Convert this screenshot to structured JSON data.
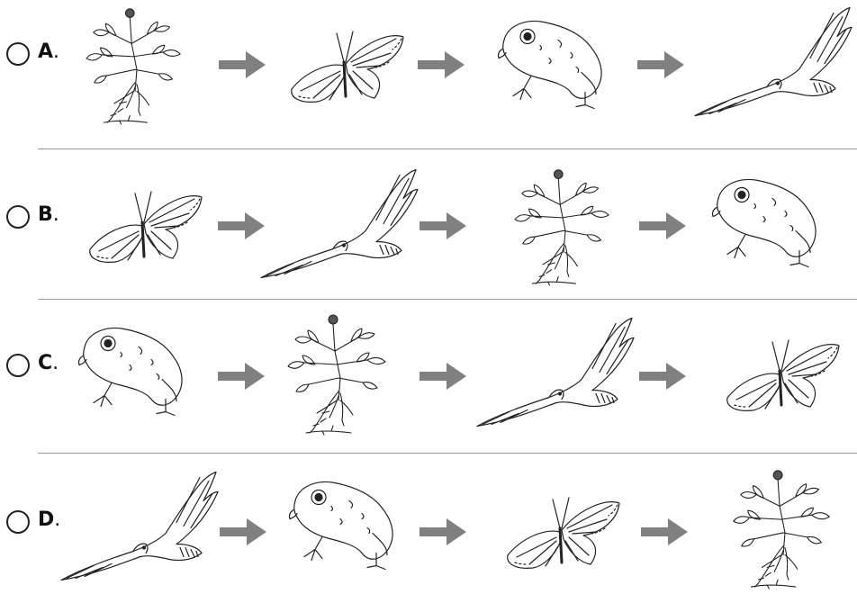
{
  "options": [
    {
      "letter": "A",
      "sequence": [
        "plant",
        "butterfly",
        "frog",
        "hawk"
      ]
    },
    {
      "letter": "B",
      "sequence": [
        "butterfly",
        "hawk",
        "plant",
        "frog"
      ]
    },
    {
      "letter": "C",
      "sequence": [
        "frog",
        "plant",
        "hawk",
        "butterfly"
      ]
    },
    {
      "letter": "D",
      "sequence": [
        "hawk",
        "frog",
        "butterfly",
        "plant"
      ]
    }
  ],
  "punctuation": ".",
  "colors": {
    "arrow": "#808080",
    "ink": "#222222",
    "divider": "#9a9a9a"
  }
}
